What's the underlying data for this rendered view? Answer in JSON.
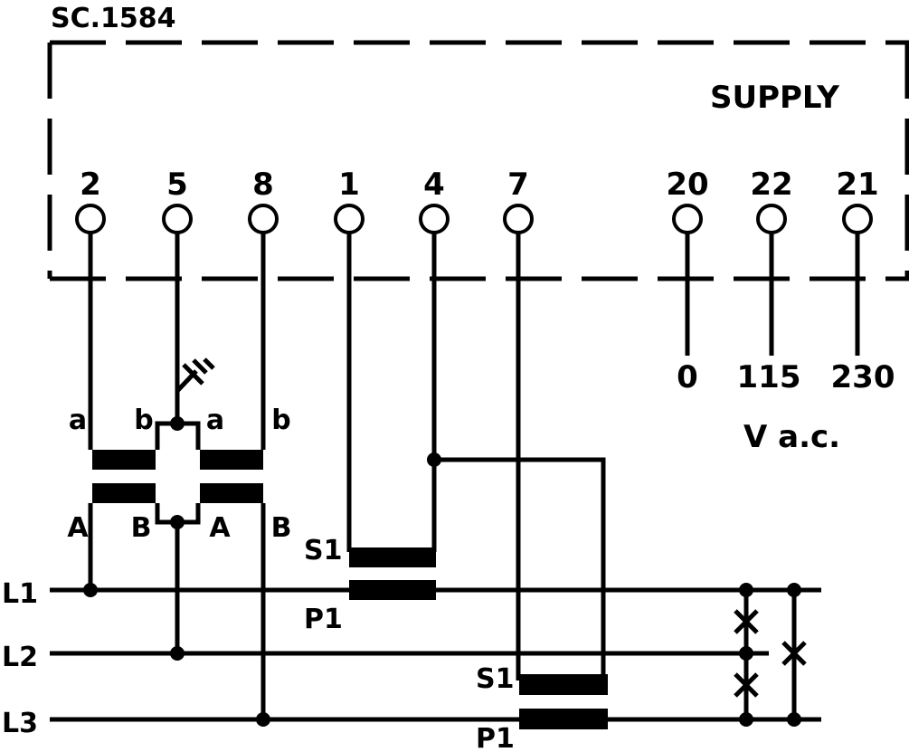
{
  "title": "SC.1584",
  "supply_label": "SUPPLY",
  "terminals": [
    "2",
    "5",
    "8",
    "1",
    "4",
    "7",
    "20",
    "22",
    "21"
  ],
  "supply_voltages": [
    "0",
    "115",
    "230"
  ],
  "voltage_unit": "V a.c.",
  "vt_labels": {
    "left_a": "a",
    "left_b": "b",
    "right_a": "a",
    "right_b": "b",
    "left_A": "A",
    "left_B": "B",
    "right_A": "A",
    "right_B": "B"
  },
  "ct_labels": {
    "ct1_s1": "S1",
    "ct1_p1": "P1",
    "ct2_s1": "S1",
    "ct2_p1": "P1"
  },
  "lines": [
    "L1",
    "L2",
    "L3"
  ]
}
